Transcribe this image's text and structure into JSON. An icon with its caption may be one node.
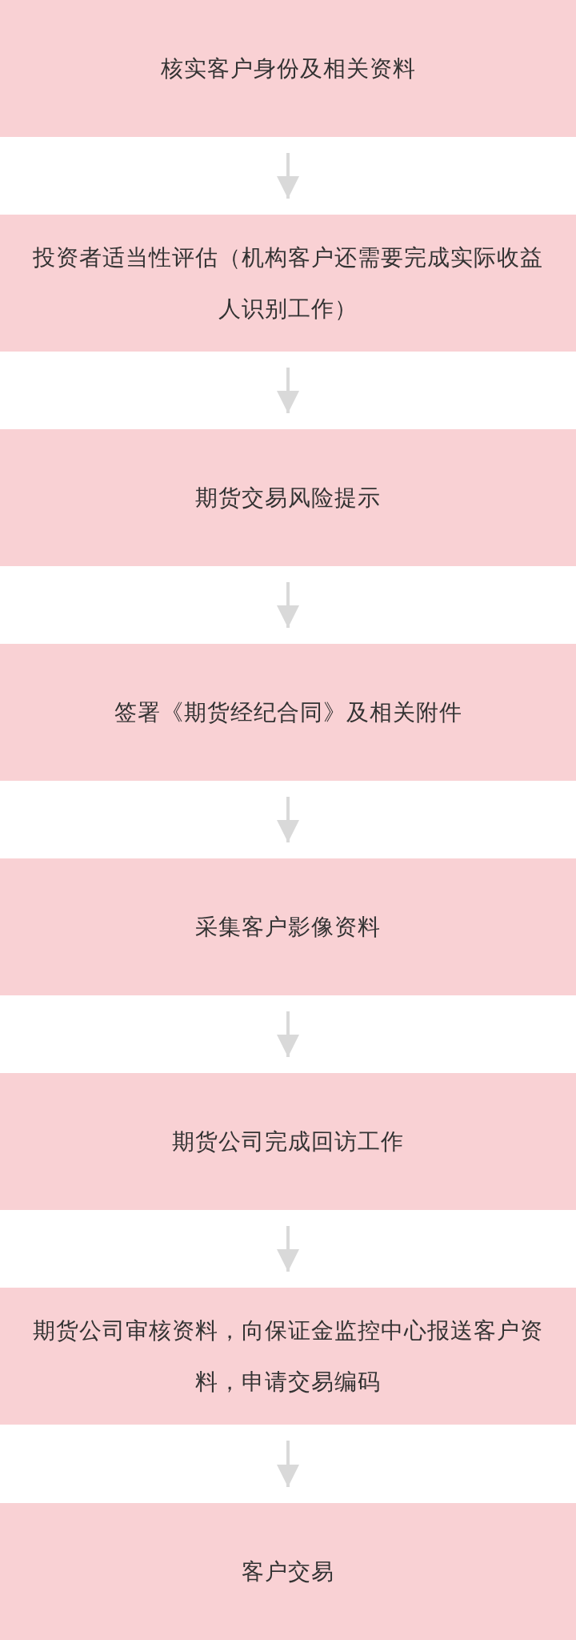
{
  "diagram": {
    "nodes": [
      {
        "text": [
          "核实客户身份及相关资料"
        ]
      },
      {
        "text": [
          "投资者适当性评估（机构客户还需要完成实际收益人识别工作）"
        ]
      },
      {
        "text": [
          "期货交易风险提示"
        ]
      },
      {
        "text": [
          "签署《期货经纪合同》及相关附件"
        ]
      },
      {
        "text": [
          "采集客户影像资料"
        ]
      },
      {
        "text": [
          "期货公司完成回访工作"
        ]
      },
      {
        "text": [
          "期货公司审核资料，向保证金监控中心报送客户资料，申请交易编码"
        ]
      },
      {
        "text": [
          "客户交易"
        ]
      }
    ],
    "edges": [
      {
        "from": 0,
        "to": 1,
        "arrow": "to"
      },
      {
        "from": 1,
        "to": 2,
        "arrow": "to"
      },
      {
        "from": 2,
        "to": 3,
        "arrow": "to"
      },
      {
        "from": 3,
        "to": 4,
        "arrow": "to"
      },
      {
        "from": 4,
        "to": 5,
        "arrow": "to"
      },
      {
        "from": 5,
        "to": 6,
        "arrow": "to"
      },
      {
        "from": 6,
        "to": 7,
        "arrow": "to"
      }
    ]
  }
}
